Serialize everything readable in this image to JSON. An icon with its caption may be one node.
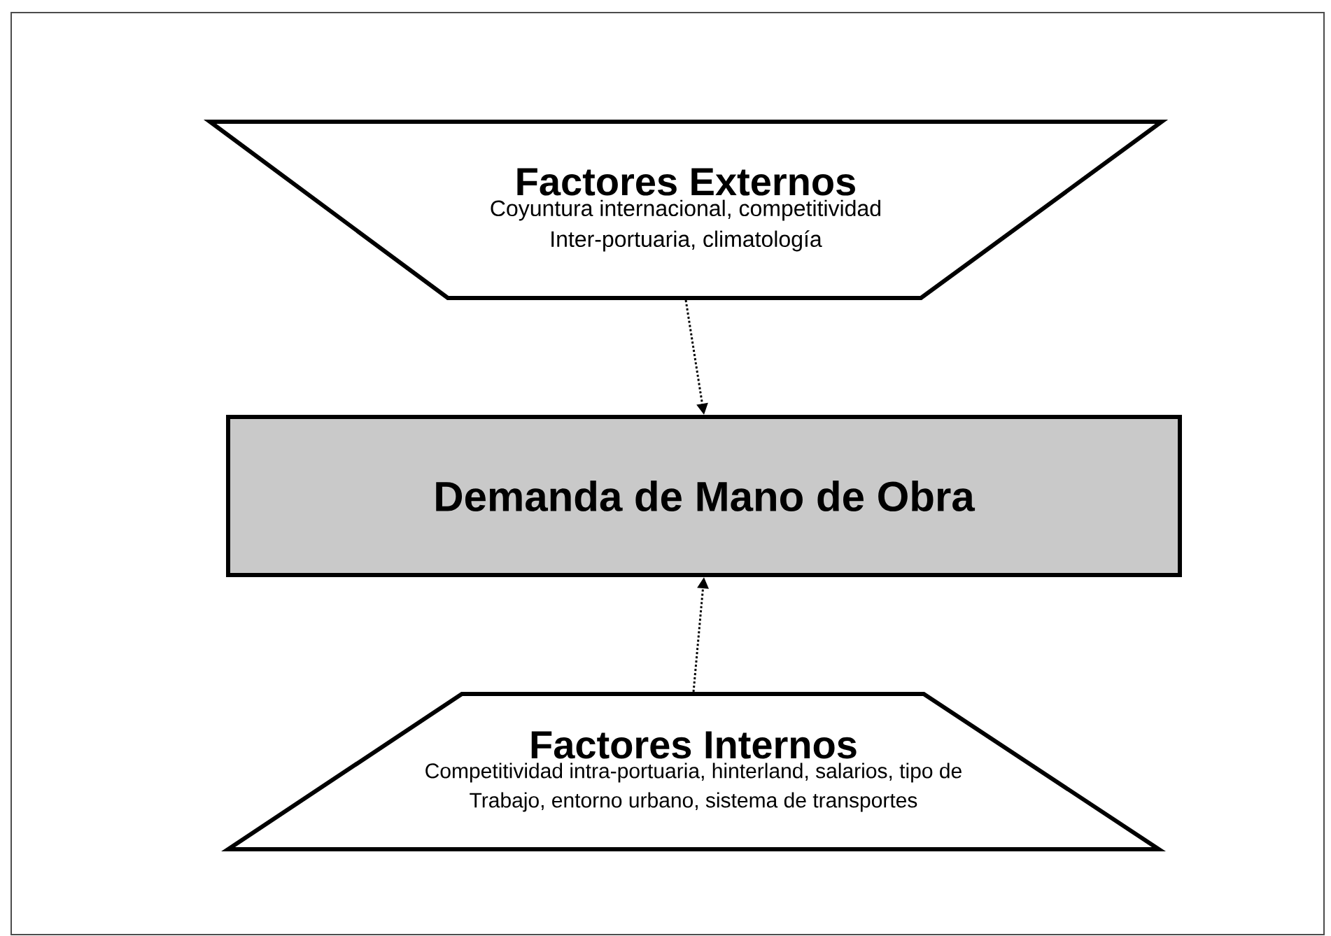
{
  "diagram": {
    "nodes": [
      {
        "text": [
          "Factores Externos",
          "Coyuntura internacional, competitividad Inter-portuaria, climatología"
        ]
      },
      {
        "text": [
          "Demanda de Mano de Obra"
        ]
      },
      {
        "text": [
          "Factores Internos",
          "Competitividad intra-portuaria, hinterland, salarios, tipo de Trabajo, entorno urbano, sistema de transportes"
        ]
      }
    ],
    "edges": [
      {
        "from": 0,
        "to": 1,
        "arrow": "to",
        "style": "dashed"
      },
      {
        "from": 2,
        "to": 1,
        "arrow": "to",
        "style": "dashed"
      }
    ]
  }
}
